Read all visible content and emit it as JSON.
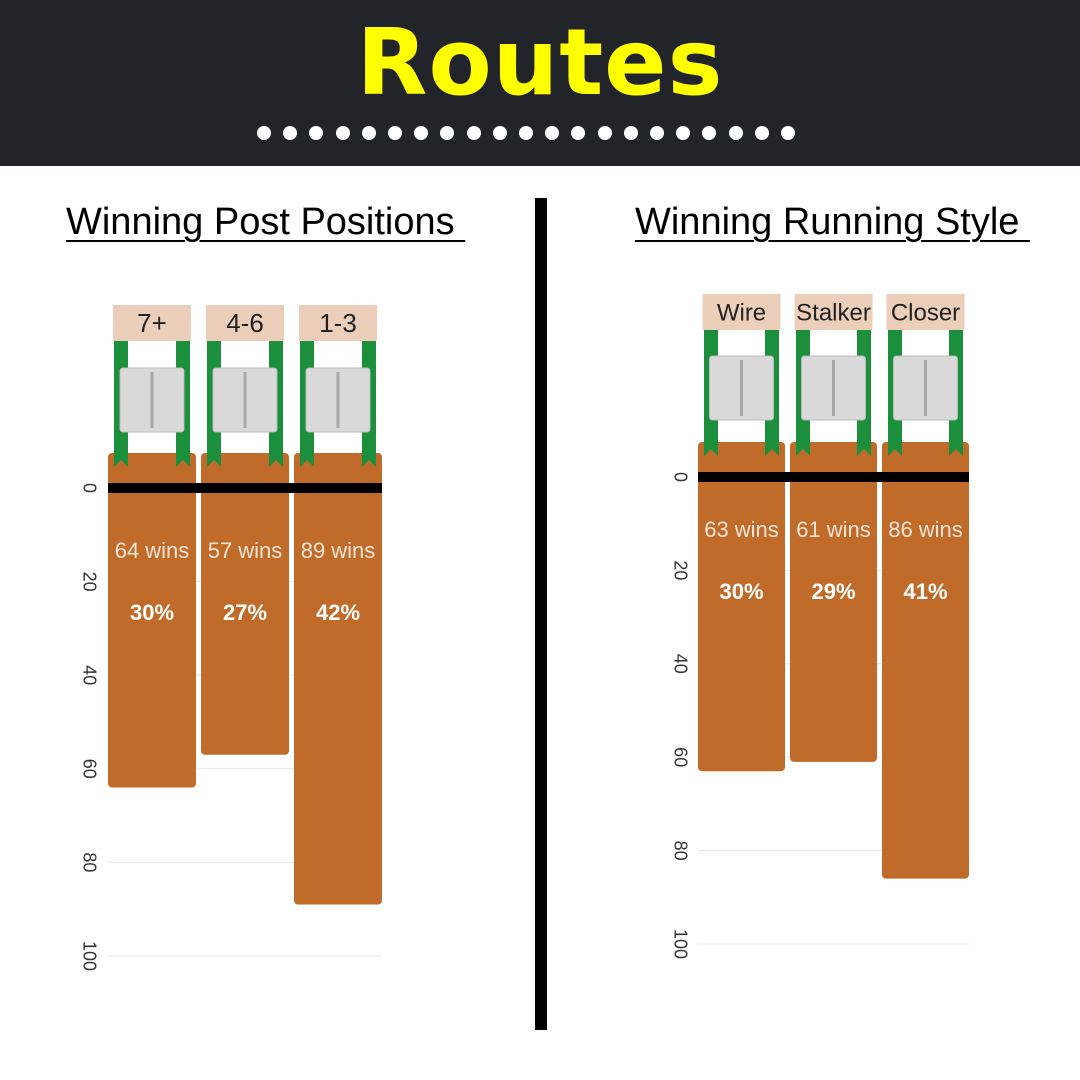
{
  "header": {
    "title": "Routes",
    "dot_count": 21
  },
  "colors": {
    "header_bg": "#212529",
    "title": "#ffff00",
    "bar": "#c06b29",
    "label_box": "#eccfba",
    "gate": "#1c8f3c",
    "door": "#d9d9d9",
    "grid": "#e6e6e6",
    "baseline": "#000000"
  },
  "chart_data": [
    {
      "type": "bar",
      "title": "Winning Post Positions ",
      "categories": [
        "7+",
        "4-6",
        "1-3"
      ],
      "values": [
        64,
        57,
        89
      ],
      "value_labels": [
        "64 wins",
        "57 wins",
        "89 wins"
      ],
      "percent_labels": [
        "30%",
        "27%",
        "42%"
      ],
      "y_ticks": [
        "0",
        "20",
        "40",
        "60",
        "80",
        "100"
      ],
      "ylim": [
        0,
        100
      ],
      "grid": true
    },
    {
      "type": "bar",
      "title": "Winning Running Style ",
      "categories": [
        "Wire",
        "Stalker",
        "Closer"
      ],
      "values": [
        63,
        61,
        86
      ],
      "value_labels": [
        "63 wins",
        "61 wins",
        "86 wins"
      ],
      "percent_labels": [
        "30%",
        "29%",
        "41%"
      ],
      "y_ticks": [
        "0",
        "20",
        "40",
        "60",
        "80",
        "100"
      ],
      "ylim": [
        0,
        100
      ],
      "grid": true
    }
  ]
}
